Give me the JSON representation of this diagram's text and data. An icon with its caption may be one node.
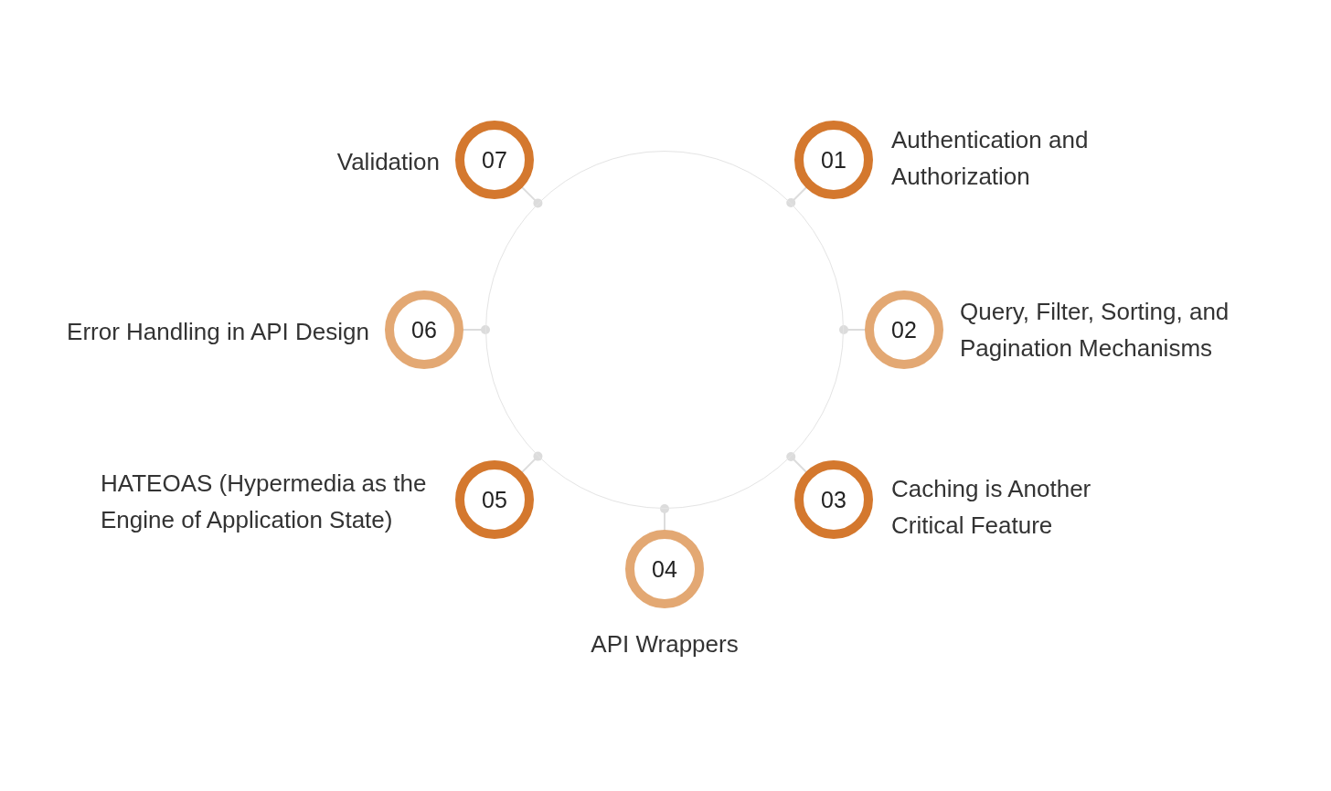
{
  "diagram": {
    "nodes": [
      {
        "text": [],
        "shape": "circle"
      },
      {
        "text": [
          "01"
        ],
        "beside": [
          "Authentication and Authorization"
        ]
      },
      {
        "text": [
          "02"
        ],
        "beside": [
          "Query, Filter, Sorting, and Pagination Mechanisms"
        ]
      },
      {
        "text": [
          "03"
        ],
        "beside": [
          "Caching is Another Critical Feature"
        ]
      },
      {
        "text": [
          "04"
        ],
        "beside": [
          "API Wrappers"
        ]
      },
      {
        "text": [
          "05"
        ],
        "beside": [
          "HATEOAS (Hypermedia as the Engine of Application State)"
        ]
      },
      {
        "text": [
          "06"
        ],
        "beside": [
          "Error Handling in API Design"
        ]
      },
      {
        "text": [
          "07"
        ],
        "beside": [
          "Validation"
        ]
      }
    ],
    "edges": [
      {
        "from": 1,
        "to": 0,
        "arrow": "other"
      },
      {
        "from": 2,
        "to": 0,
        "arrow": "other"
      },
      {
        "from": 3,
        "to": 0,
        "arrow": "other"
      },
      {
        "from": 4,
        "to": 0,
        "arrow": "other"
      },
      {
        "from": 5,
        "to": 0,
        "arrow": "other"
      },
      {
        "from": 6,
        "to": 0,
        "arrow": "other"
      },
      {
        "from": 7,
        "to": 0,
        "arrow": "other"
      }
    ]
  }
}
